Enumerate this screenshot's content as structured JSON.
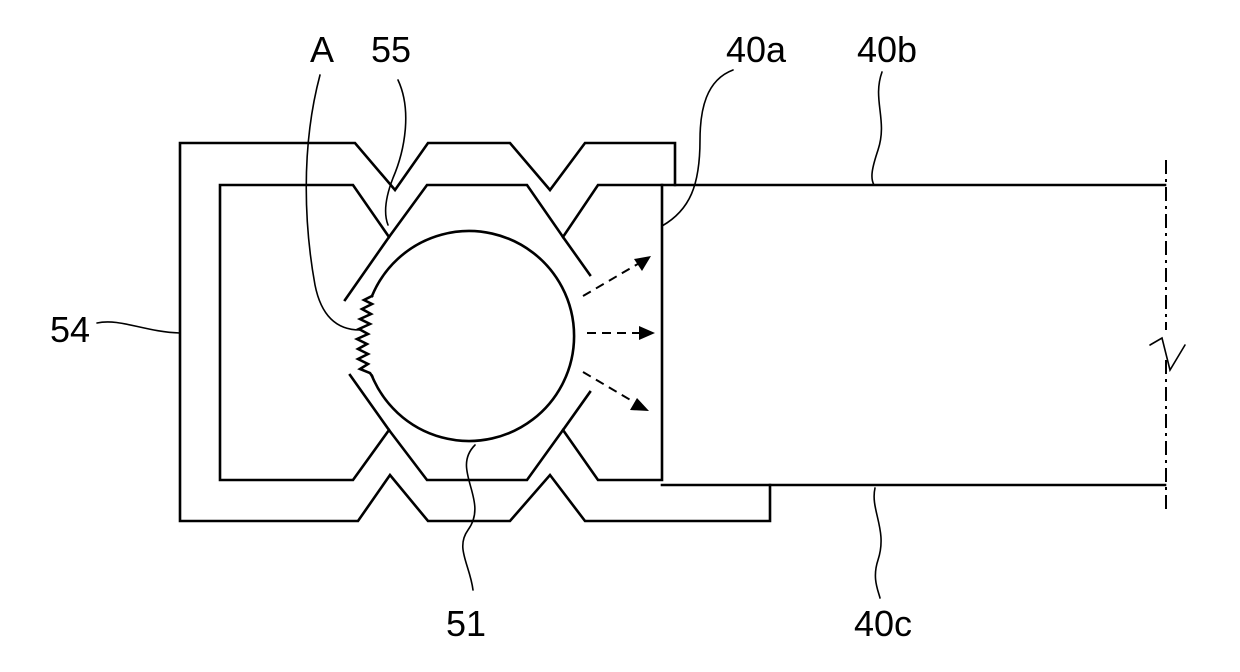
{
  "labels": {
    "A": "A",
    "l55": "55",
    "l40a": "40a",
    "l40b": "40b",
    "l54": "54",
    "l51": "51",
    "l40c": "40c"
  }
}
